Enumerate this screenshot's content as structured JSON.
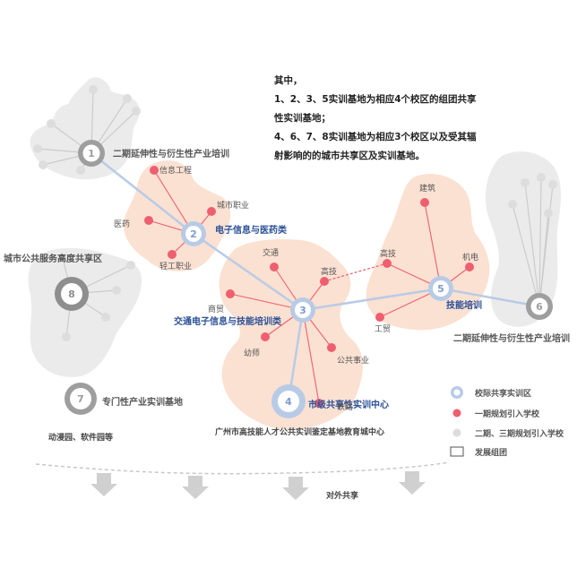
{
  "intro": {
    "heading": "其中，",
    "line1": "1、2、3、5实训基地为相应4个校区的组团共享",
    "line2": "性实训基地；",
    "line3": "4、6、7、8实训基地为相应3个校区以及受其辐",
    "line4": "射影响的的城市共享区及实训基地。"
  },
  "hubs": [
    {
      "id": "1",
      "label": "二期延伸性与衍生性产业培训"
    },
    {
      "id": "2",
      "label": "电子信息与医药类"
    },
    {
      "id": "3",
      "label": "交通电子信息与技能培训类"
    },
    {
      "id": "4",
      "label": "市级共享性实训中心",
      "sublabel": "广州市高技能人才公共实训鉴定基地教育城中心"
    },
    {
      "id": "5",
      "label": "技能培训"
    },
    {
      "id": "6",
      "label": "二期延伸性与衍生性产业培训"
    },
    {
      "id": "7",
      "label": "专门性产业实训基地",
      "sublabel": "动漫园、软件园等"
    },
    {
      "id": "8",
      "label": "城市公共服务高度共享区"
    }
  ],
  "schools": {
    "hub2": [
      "信息工程",
      "城市职业",
      "医药",
      "轻工职业"
    ],
    "hub3": [
      "交通",
      "高技",
      "商贸",
      "幼师",
      "公共事业",
      "铁路"
    ],
    "hub5": [
      "建筑",
      "高技",
      "机电",
      "工贸"
    ]
  },
  "legend": {
    "shared": "校际共享实训区",
    "phase1": "一期规划引入学校",
    "phase23": "二期、三期规划引入学校",
    "cluster": "发展组团"
  },
  "bottom_label": "对外共享",
  "colors": {
    "hub_ring": "#b6c9e6",
    "school_dot": "#ef5f6f",
    "cluster_fill": "#fbe0d0",
    "gray_cluster": "#e9e9e9",
    "gray_dot": "#dddddd",
    "hub_label": "#2a4f97",
    "text_gray": "#666666"
  }
}
